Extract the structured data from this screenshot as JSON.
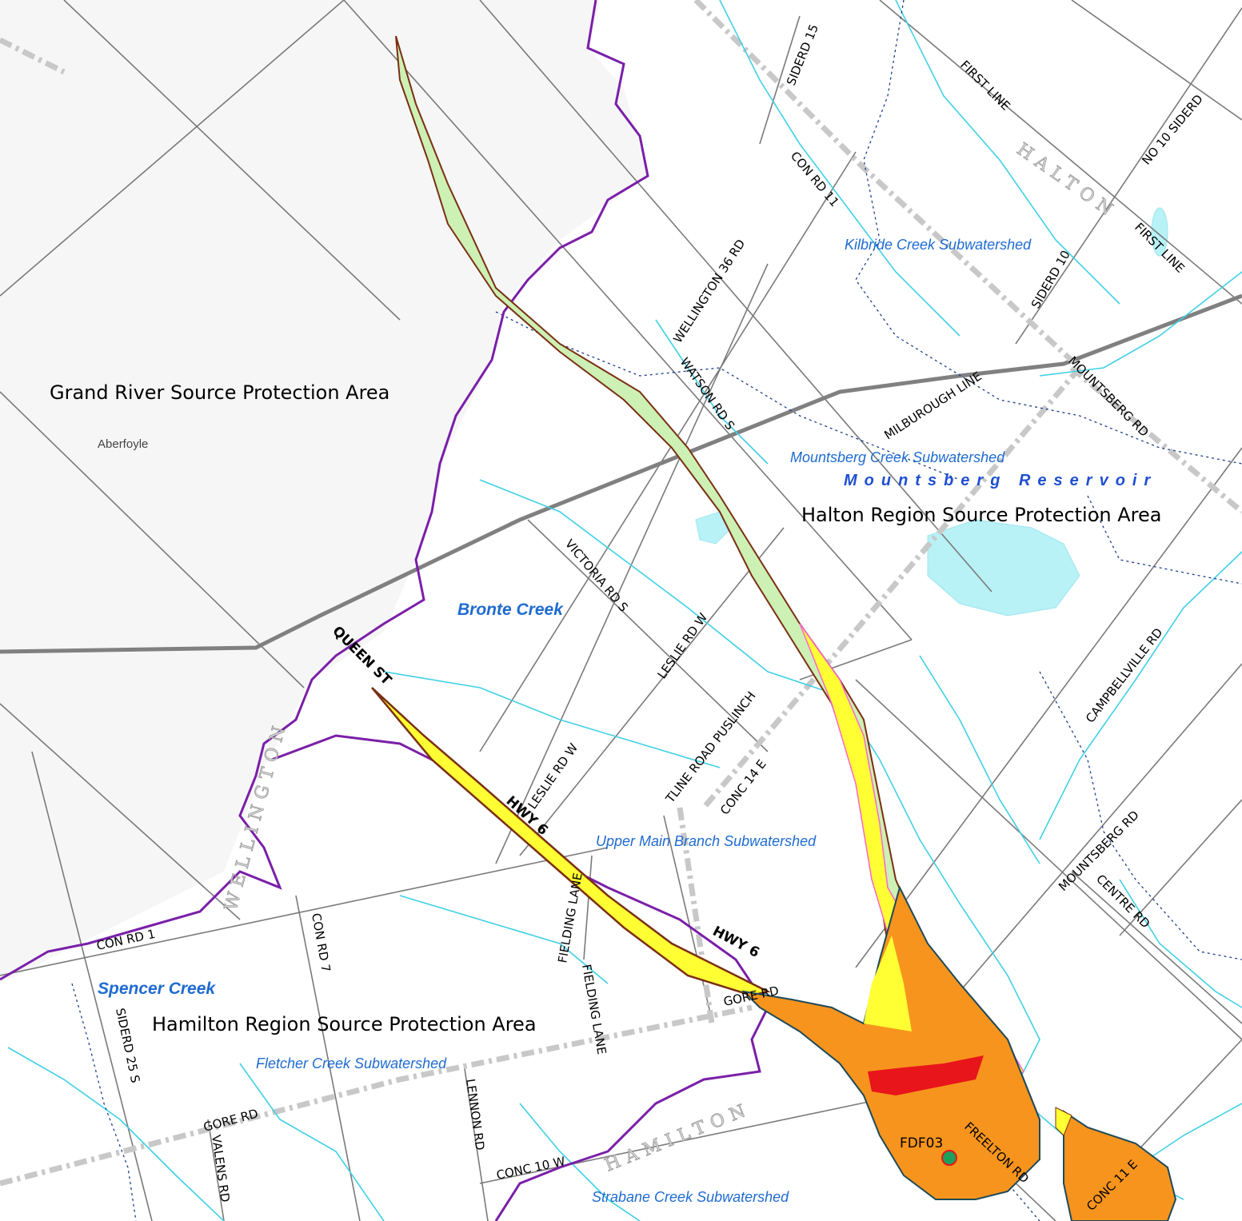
{
  "map": {
    "areas": {
      "grand_river": "Grand River Source Protection Area",
      "halton": "Halton Region Source Protection Area",
      "hamilton": "Hamilton Region Source Protection Area"
    },
    "counties": {
      "halton": "HALTON",
      "wellington": "WELLINGTON",
      "hamilton": "HAMILTON"
    },
    "creeks": {
      "bronte": "Bronte Creek",
      "spencer": "Spencer Creek"
    },
    "reservoir": "Mountsberg Reservoir",
    "subwatersheds": {
      "kilbride": "Kilbride Creek Subwatershed",
      "mountsberg": "Mountsberg Creek Subwatershed",
      "upper_main": "Upper Main Branch Subwatershed",
      "fletcher": "Fletcher Creek Subwatershed",
      "strabane": "Strabane Creek Subwatershed"
    },
    "town": "Aberfoyle",
    "well": "FDF03",
    "roads": {
      "siderd15": "SIDERD 15",
      "first_line_1": "FIRST LINE",
      "first_line_2": "FIRST LINE",
      "no10siderd": "NO 10 SIDERD",
      "conrd11": "CON RD 11",
      "siderd10": "SIDERD 10",
      "wellington36": "WELLINGTON 36 RD",
      "watson": "WATSON RD S",
      "milburough": "MILBUROUGH LINE",
      "mountsberg_rd_1": "MOUNTSBERG RD",
      "victoria": "VICTORIA RD S",
      "leslie_1": "LESLIE RD W",
      "leslie_2": "LESLIE RD W",
      "campbellville": "CAMPBELLVILLE RD",
      "tline": "TLINE ROAD PUSLINCH",
      "conc14e": "CONC 14 E",
      "mountsberg_rd_2": "MOUNTSBERG RD",
      "centre": "CENTRE RD",
      "fielding_1": "FIELDING LANE",
      "fielding_2": "FIELDING LANE",
      "conrd1": "CON RD 1",
      "conrd7": "CON RD 7",
      "gore_rd_1": "GORE RD",
      "gore_rd_2": "GORE RD",
      "siderd25s": "SIDERD 25 S",
      "lennon": "LENNON RD",
      "valens": "VALENS RD",
      "conc10w": "CONC 10 W",
      "freelton": "FREELTON RD",
      "conc11e": "CONC 11 E",
      "queen": "QUEEN ST",
      "hwy6_1": "HWY 6",
      "hwy6_2": "HWY 6"
    },
    "colors": {
      "river": "#3fd0e6",
      "watershed_boundary": "#7a1fa8",
      "road": "#7a7a7a",
      "zone_orange": "#f7941d",
      "zone_yellow": "#ffff33",
      "zone_red": "#e8151b",
      "zone_green": "#cdf0b4",
      "zone_outline": "#7a2f12",
      "lake": "#b8f1f6"
    }
  }
}
